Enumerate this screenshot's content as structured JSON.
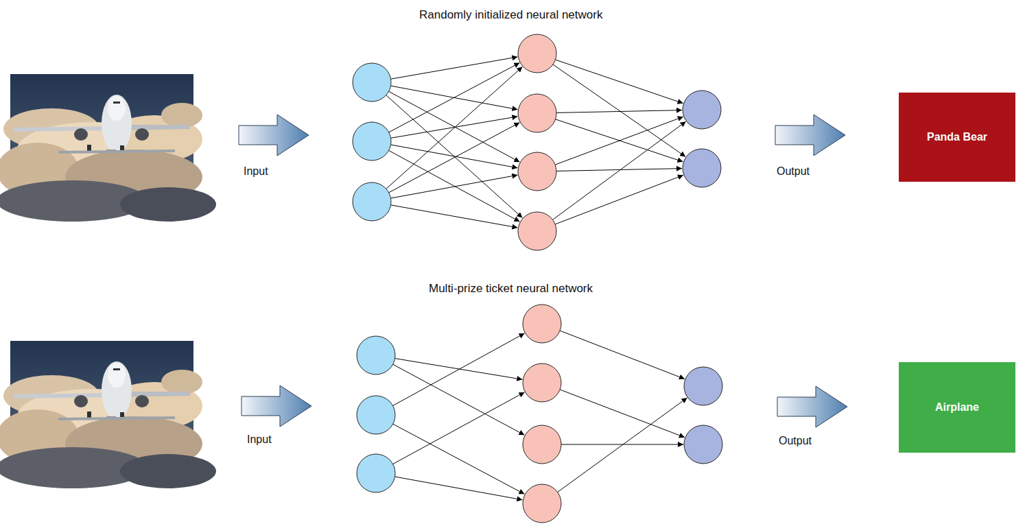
{
  "diagram": {
    "nodes": [
      {
        "text": [
          "Panda Bear"
        ]
      },
      {
        "text": [
          "Airplane"
        ]
      }
    ],
    "labels": [
      "Randomly initialized neural network",
      "Input",
      "Output",
      "Multi-prize ticket neural network",
      "Input",
      "Output"
    ]
  }
}
